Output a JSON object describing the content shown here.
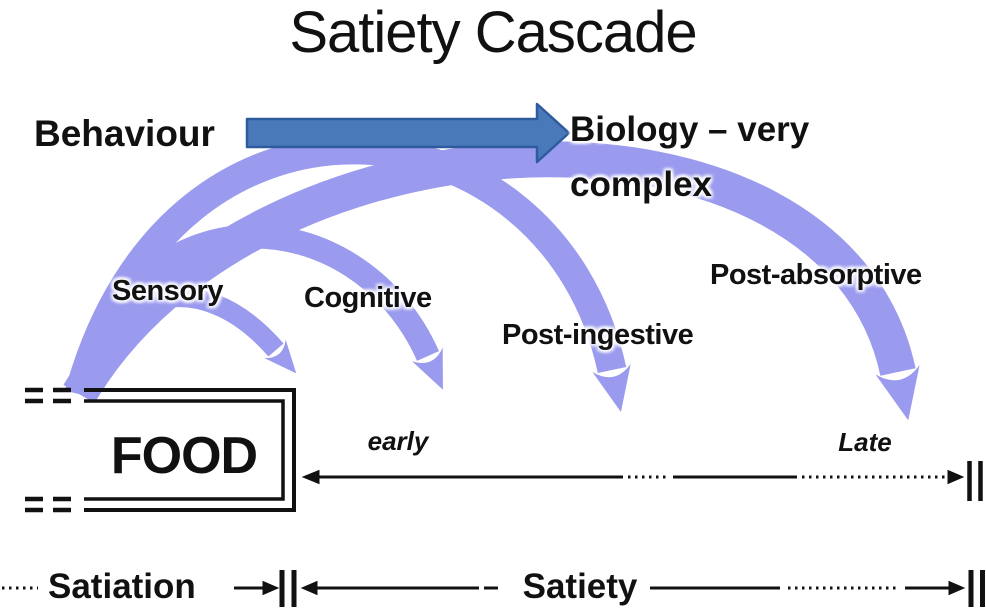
{
  "title": "Satiety Cascade",
  "behaviour": {
    "label": "Behaviour"
  },
  "biology": {
    "line1": "Biology – very",
    "line2": "complex"
  },
  "arcs": [
    {
      "label": "Sensory"
    },
    {
      "label": "Cognitive"
    },
    {
      "label": "Post-ingestive"
    },
    {
      "label": "Post-absorptive"
    }
  ],
  "food": {
    "label": "FOOD"
  },
  "timeline": {
    "early": "early",
    "late": "Late"
  },
  "phases": {
    "satiation": "Satiation",
    "satiety": "Satiety"
  },
  "colors": {
    "arc_purple": "#9a9aee",
    "arrow_blue_fill": "#4a79ba",
    "arrow_blue_border": "#2e5b9e",
    "line_black": "#111111"
  }
}
